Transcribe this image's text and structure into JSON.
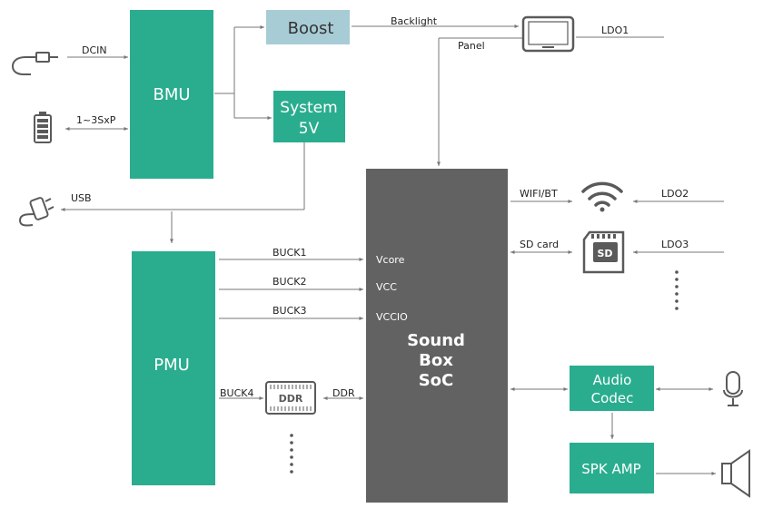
{
  "colors": {
    "green": "#2aad8f",
    "soc": "#626262",
    "boost": "#a8ccd6",
    "line": "#777777",
    "icon": "#5a5a5a"
  },
  "blocks": {
    "bmu": "BMU",
    "boost": "Boost",
    "system_5v": [
      "System",
      "5V"
    ],
    "pmu": "PMU",
    "soc": [
      "Sound",
      "Box",
      "SoC"
    ],
    "audio_codec": [
      "Audio",
      "Codec"
    ],
    "spk_amp": "SPK AMP",
    "ddr_chip": "DDR",
    "sd_card": "SD"
  },
  "edges": {
    "dcin": "DCIN",
    "battery": "1~3SxP",
    "usb": "USB",
    "backlight": "Backlight",
    "panel": "Panel",
    "ldo1": "LDO1",
    "wifi_bt": "WIFI/BT",
    "ldo2": "LDO2",
    "sd_card": "SD card",
    "ldo3": "LDO3",
    "buck1": "BUCK1",
    "buck2": "BUCK2",
    "buck3": "BUCK3",
    "buck4": "BUCK4",
    "ddr": "DDR"
  },
  "soc_pins": {
    "vcore": "Vcore",
    "vcc": "VCC",
    "vccio": "VCCIO"
  },
  "icons": [
    "dc-plug-icon",
    "battery-icon",
    "usb-plug-icon",
    "tablet-display-icon",
    "wifi-icon",
    "sd-card-icon",
    "ddr-chip-icon",
    "microphone-icon",
    "speaker-icon"
  ]
}
